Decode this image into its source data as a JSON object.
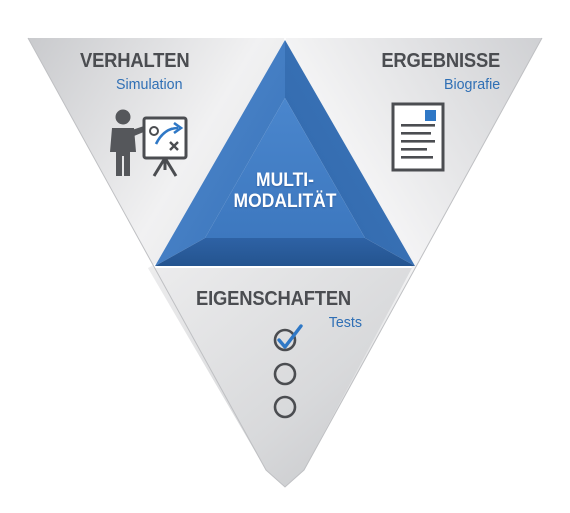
{
  "sections": {
    "left": {
      "title": "VERHALTEN",
      "subtitle": "Simulation",
      "icon": "presenter-icon"
    },
    "right": {
      "title": "ERGEBNISSE",
      "subtitle": "Biografie",
      "icon": "document-icon"
    },
    "bottom": {
      "title": "EIGENSCHAFTEN",
      "subtitle": "Tests",
      "icon": "checklist-icon"
    }
  },
  "center": {
    "line1": "MULTI-",
    "line2": "MODALITÄT"
  },
  "colors": {
    "blue_dark": "#2f64a8",
    "blue_mid": "#3e7cc3",
    "blue_light": "#6fa6dc",
    "gray_panel": "#d9dadc",
    "accent_text": "#2f6fb5",
    "title_text": "#4b4d51"
  }
}
